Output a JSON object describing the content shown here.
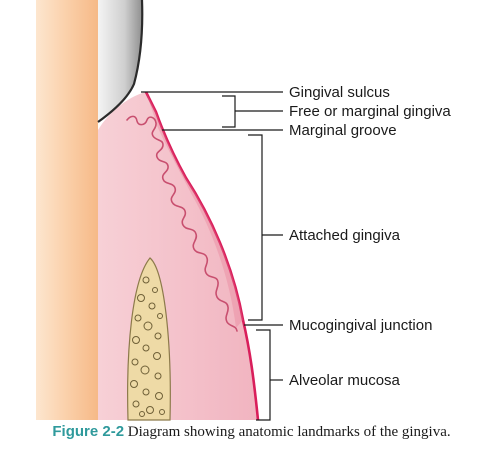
{
  "labels": {
    "gingival_sulcus": "Gingival sulcus",
    "free_gingiva": "Free or marginal gingiva",
    "marginal_groove": "Marginal groove",
    "attached_gingiva": "Attached gingiva",
    "mucogingival_junction": "Mucogingival junction",
    "alveolar_mucosa": "Alveolar mucosa"
  },
  "caption": {
    "number": "Figure 2-2",
    "text": "Diagram showing anatomic landmarks of the gingiva."
  },
  "colors": {
    "tooth_root": "#f9c9a0",
    "enamel": "#b9b9b9",
    "gingiva": "#f4c3cb",
    "gingiva_edge": "#d91e5b",
    "bone": "#eedaa6",
    "caption_accent": "#2f9a9c"
  }
}
